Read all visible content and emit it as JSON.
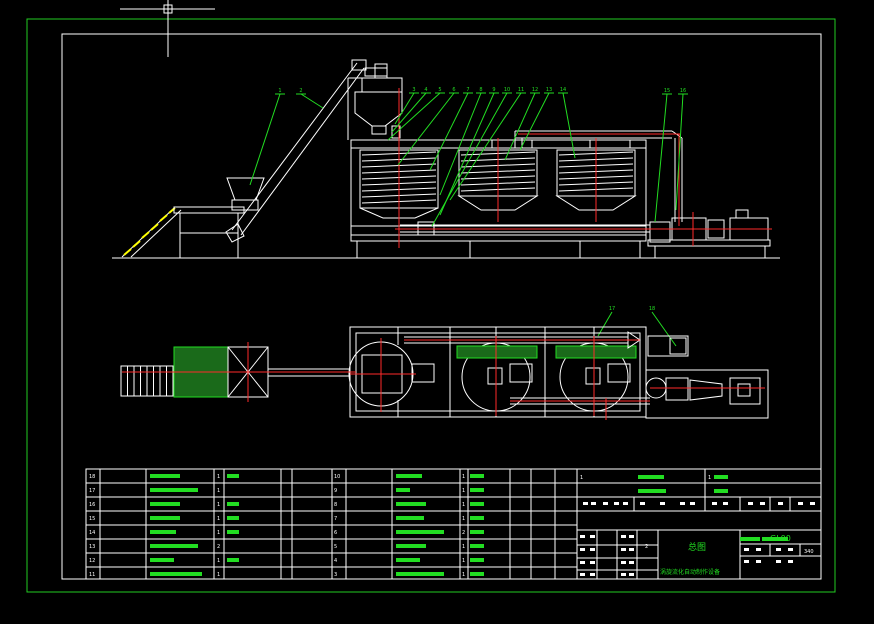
{
  "drawing": {
    "colors": {
      "background": "#000000",
      "frame": "#ffffff",
      "outer_border": "#22cc22",
      "leader": "#22dd22",
      "centerline": "#ff2a2a",
      "table_text": "#22dd22"
    },
    "balloons_elevation": [
      "1",
      "2",
      "3",
      "4",
      "5",
      "6",
      "7",
      "8",
      "9",
      "10",
      "11",
      "12",
      "13",
      "14",
      "15",
      "16"
    ],
    "balloons_plan": [
      "17",
      "18"
    ],
    "title_block": {
      "title": "总图",
      "drawing_no": "GL00",
      "sheet": "2",
      "code": "340",
      "subtitle": "涡旋流化自动制作设备"
    },
    "bom_left_rows": [
      "18",
      "17",
      "16",
      "15",
      "14",
      "13",
      "12",
      "11"
    ],
    "bom_left_qty": [
      "1",
      "1",
      "1",
      "1",
      "1",
      "2",
      "1",
      "1"
    ],
    "bom_mid_rows": [
      "10",
      "9",
      "8",
      "7",
      "6",
      "5",
      "4",
      "3"
    ],
    "bom_mid_qty": [
      "1",
      "1",
      "1",
      "1",
      "2",
      "1",
      "1",
      "1"
    ],
    "rev_marks": [
      "1",
      "1"
    ]
  }
}
